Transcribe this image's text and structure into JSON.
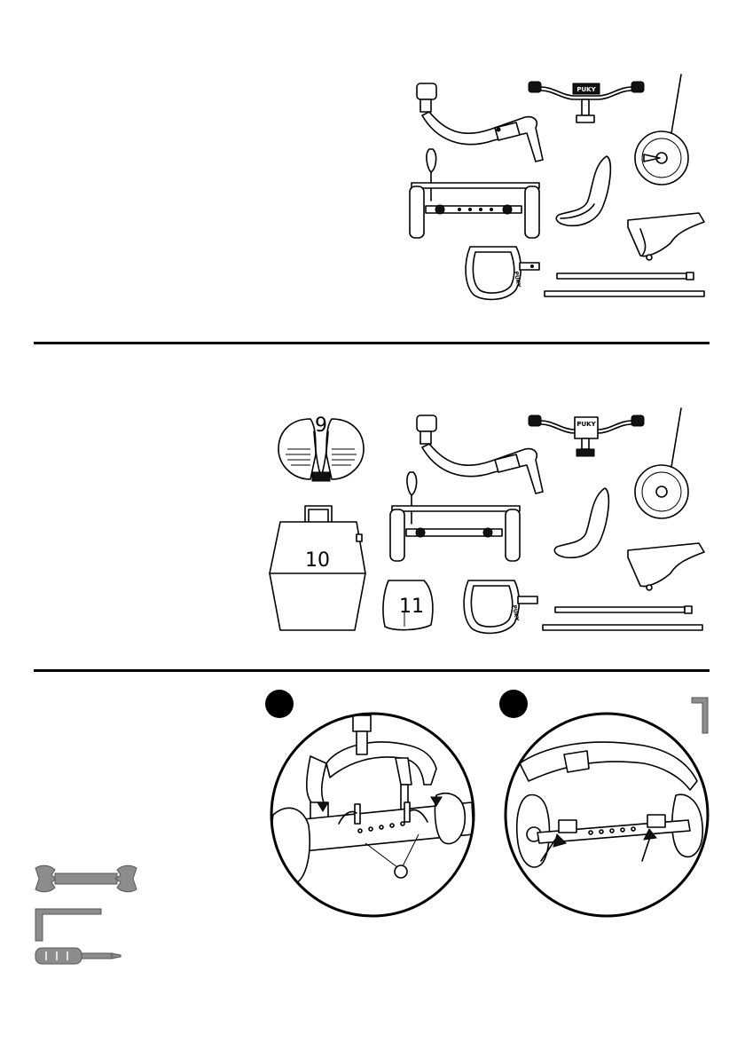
{
  "parts_a": {
    "handlebar_logo": "PUKY",
    "seat_mark": "PUKY"
  },
  "parts_b": {
    "handlebar_logo": "PUKY",
    "seat_mark": "PUKY",
    "label_9": "9",
    "label_10": "10",
    "label_11": "11"
  },
  "steps": {
    "step_1_marker": "",
    "step_2_marker": ""
  },
  "tools": [
    "open-end-wrench-icon",
    "hex-key-icon",
    "screwdriver-icon"
  ],
  "colors": {
    "ink": "#000000",
    "tool_grey": "#8c8c8c"
  }
}
